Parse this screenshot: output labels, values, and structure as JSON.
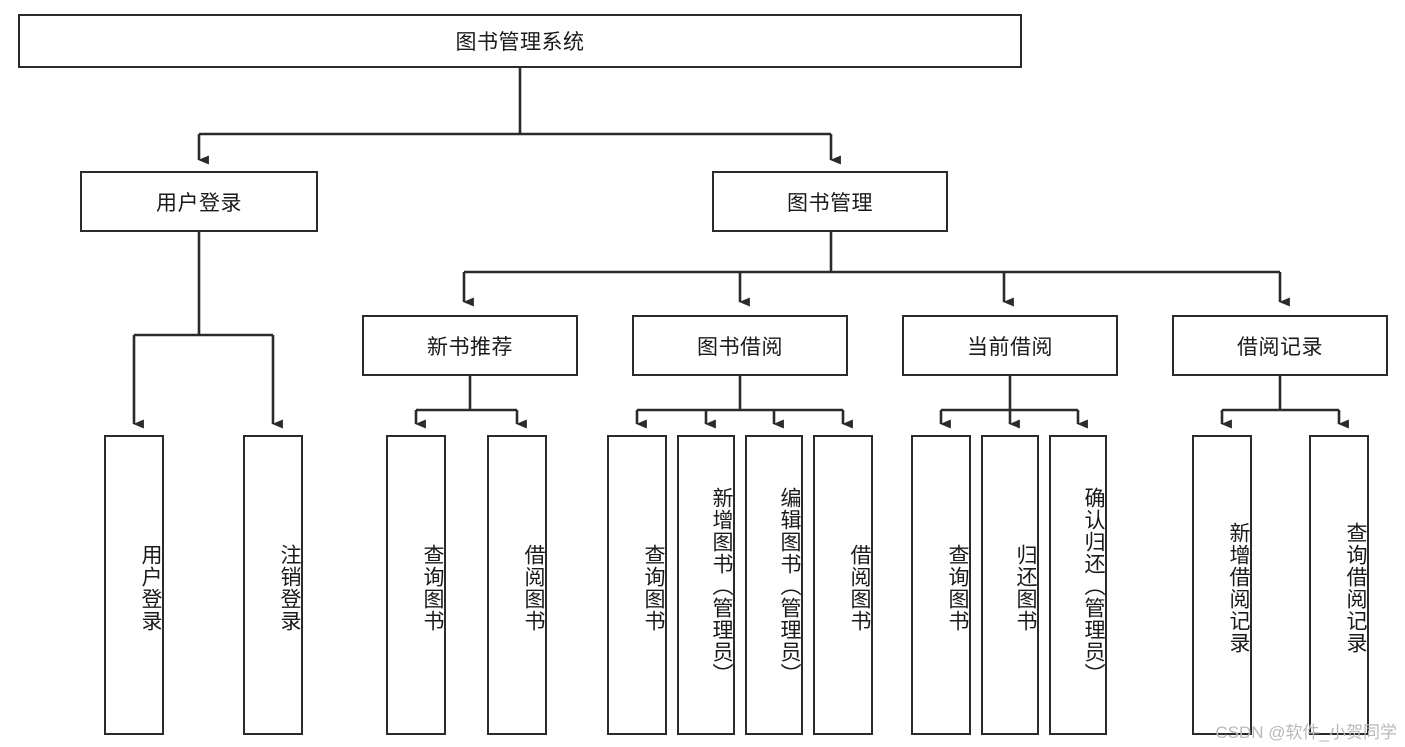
{
  "diagram": {
    "type": "tree-hierarchy",
    "title": "图书管理系统",
    "watermark": "CSDN @软件_小贺同学",
    "colors": {
      "stroke": "#2b2b2b",
      "fill": "#ffffff",
      "text": "#1a1a1a",
      "watermark": "#b9b9b9"
    },
    "nodes": {
      "root": {
        "label": "图书管理系统",
        "orientation": "horizontal"
      },
      "level1": [
        {
          "id": "user-login",
          "label": "用户登录",
          "orientation": "horizontal"
        },
        {
          "id": "book-manage",
          "label": "图书管理",
          "orientation": "horizontal"
        }
      ],
      "level2": [
        {
          "id": "new-book-recommend",
          "label": "新书推荐",
          "orientation": "horizontal"
        },
        {
          "id": "book-borrow",
          "label": "图书借阅",
          "orientation": "horizontal"
        },
        {
          "id": "current-borrow",
          "label": "当前借阅",
          "orientation": "horizontal"
        },
        {
          "id": "borrow-record",
          "label": "借阅记录",
          "orientation": "horizontal"
        }
      ],
      "leaves": [
        {
          "id": "leaf-user-login",
          "label": "用户登录",
          "parent": "user-login",
          "orientation": "vertical"
        },
        {
          "id": "leaf-logout-login",
          "label": "注销登录",
          "parent": "user-login",
          "orientation": "vertical"
        },
        {
          "id": "leaf-query-book-1",
          "label": "查询图书",
          "parent": "new-book-recommend",
          "orientation": "vertical"
        },
        {
          "id": "leaf-borrow-book-1",
          "label": "借阅图书",
          "parent": "new-book-recommend",
          "orientation": "vertical"
        },
        {
          "id": "leaf-query-book-2",
          "label": "查询图书",
          "parent": "book-borrow",
          "orientation": "vertical"
        },
        {
          "id": "leaf-add-book-admin",
          "label": "新增图书（管理员）",
          "parent": "book-borrow",
          "orientation": "vertical"
        },
        {
          "id": "leaf-edit-book-admin",
          "label": "编辑图书（管理员）",
          "parent": "book-borrow",
          "orientation": "vertical"
        },
        {
          "id": "leaf-borrow-book-2",
          "label": "借阅图书",
          "parent": "book-borrow",
          "orientation": "vertical"
        },
        {
          "id": "leaf-query-book-3",
          "label": "查询图书",
          "parent": "current-borrow",
          "orientation": "vertical"
        },
        {
          "id": "leaf-return-book",
          "label": "归还图书",
          "parent": "current-borrow",
          "orientation": "vertical"
        },
        {
          "id": "leaf-confirm-return-admin",
          "label": "确认归还（管理员）",
          "parent": "current-borrow",
          "orientation": "vertical"
        },
        {
          "id": "leaf-add-borrow-record",
          "label": "新增借阅记录",
          "parent": "borrow-record",
          "orientation": "vertical"
        },
        {
          "id": "leaf-query-borrow-record",
          "label": "查询借阅记录",
          "parent": "borrow-record",
          "orientation": "vertical"
        }
      ]
    }
  }
}
